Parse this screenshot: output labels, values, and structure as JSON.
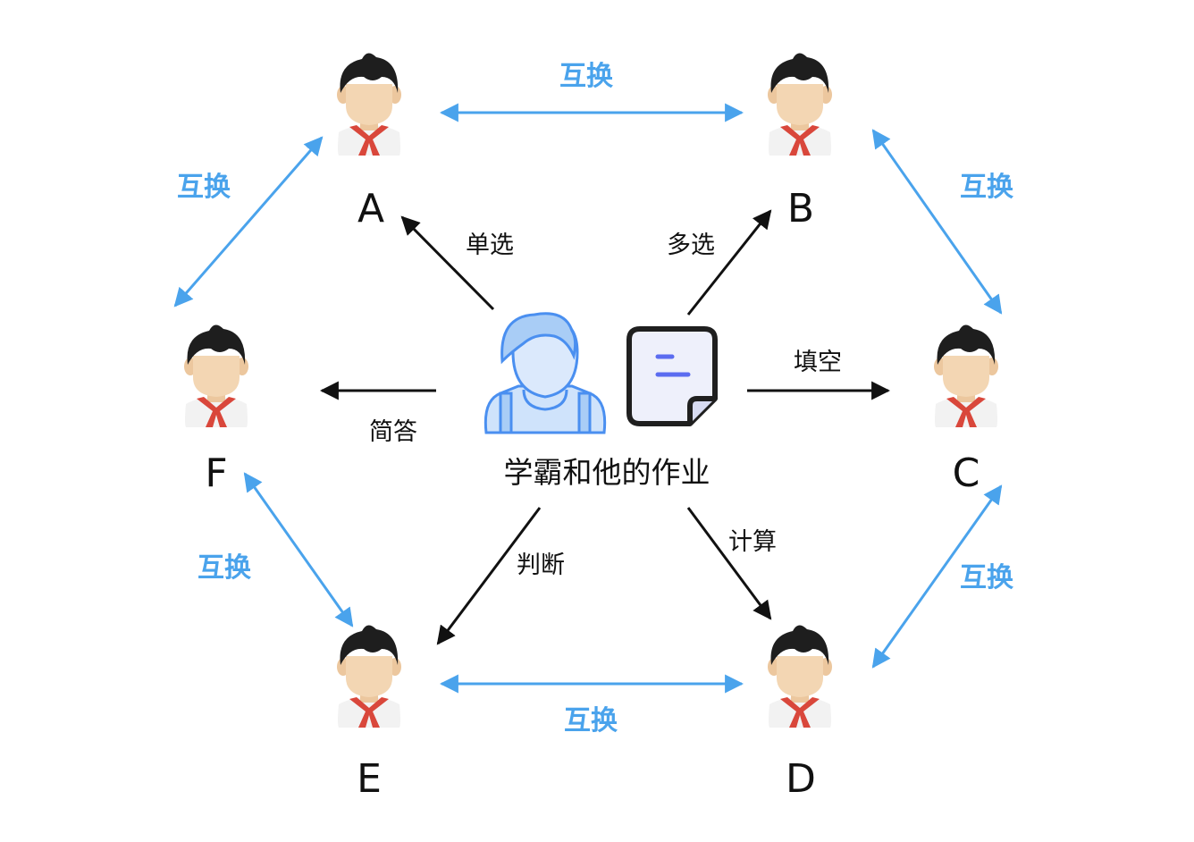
{
  "center": {
    "label": "学霸和他的作业",
    "figure_icon": "student-backpack-icon",
    "doc_icon": "document-icon"
  },
  "students": [
    {
      "id": "A",
      "label": "A",
      "icon": "student-avatar-icon"
    },
    {
      "id": "B",
      "label": "B",
      "icon": "student-avatar-icon"
    },
    {
      "id": "C",
      "label": "C",
      "icon": "student-avatar-icon"
    },
    {
      "id": "D",
      "label": "D",
      "icon": "student-avatar-icon"
    },
    {
      "id": "E",
      "label": "E",
      "icon": "student-avatar-icon"
    },
    {
      "id": "F",
      "label": "F",
      "icon": "student-avatar-icon"
    }
  ],
  "homework_arrows": [
    {
      "to": "A",
      "label": "单选"
    },
    {
      "to": "B",
      "label": "多选"
    },
    {
      "to": "C",
      "label": "填空"
    },
    {
      "to": "D",
      "label": "计算"
    },
    {
      "to": "E",
      "label": "判断"
    },
    {
      "to": "F",
      "label": "简答"
    }
  ],
  "exchange_edges": [
    {
      "between": [
        "A",
        "B"
      ],
      "label": "互换"
    },
    {
      "between": [
        "B",
        "C"
      ],
      "label": "互换"
    },
    {
      "between": [
        "C",
        "D"
      ],
      "label": "互换"
    },
    {
      "between": [
        "D",
        "E"
      ],
      "label": "互换"
    },
    {
      "between": [
        "E",
        "F"
      ],
      "label": "互换"
    },
    {
      "between": [
        "F",
        "A"
      ],
      "label": "互换"
    }
  ],
  "colors": {
    "exchange": "#4aa3ec",
    "homework": "#111111",
    "figure_fill": "#cfe3fb",
    "figure_stroke": "#4a8ff0",
    "doc_fill": "#eef0fb",
    "doc_stroke": "#1f1f1f",
    "doc_lines": "#5b6cf0",
    "hair": "#1e1e1e",
    "skin": "#f3d6b3",
    "tie": "#d9473b"
  }
}
